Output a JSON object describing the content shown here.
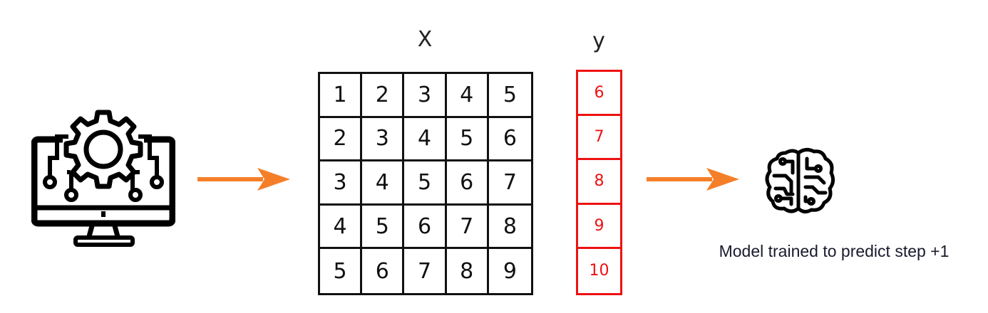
{
  "x_matrix": {
    "label": "X",
    "rows": [
      [
        "1",
        "2",
        "3",
        "4",
        "5"
      ],
      [
        "2",
        "3",
        "4",
        "5",
        "6"
      ],
      [
        "3",
        "4",
        "5",
        "6",
        "7"
      ],
      [
        "4",
        "5",
        "6",
        "7",
        "8"
      ],
      [
        "5",
        "6",
        "7",
        "8",
        "9"
      ]
    ]
  },
  "y_vector": {
    "label": "y",
    "values": [
      "6",
      "7",
      "8",
      "9",
      "10"
    ]
  },
  "model": {
    "caption": "Model trained to predict step +1"
  },
  "icons": {
    "computer": "computer-gear-icon",
    "brain": "brain-circuit-icon",
    "arrow": "arrow-right-icon"
  },
  "colors": {
    "arrow": "#f57f29",
    "target": "#ee1111",
    "grid": "#111111"
  }
}
